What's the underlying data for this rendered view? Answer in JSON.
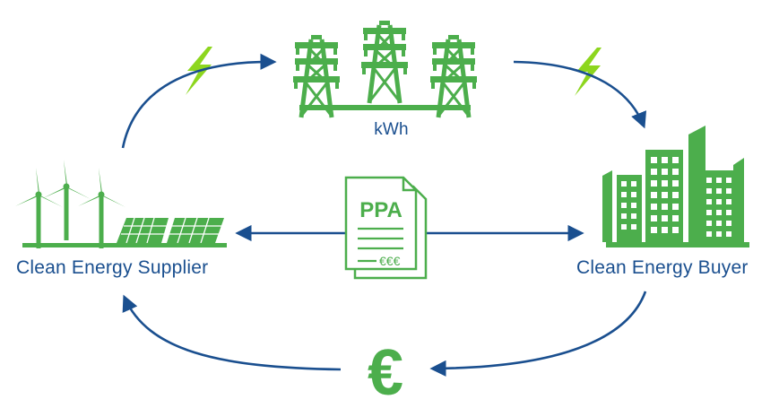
{
  "labels": {
    "transmission": "kWh",
    "supplier": "Clean Energy Supplier",
    "buyer": "Clean Energy Buyer"
  },
  "document": {
    "title": "PPA",
    "currency_line": "€€€"
  },
  "payment": {
    "symbol": "€"
  },
  "colors": {
    "green": "#4cae4c",
    "lime": "#8dd61e",
    "blue": "#1a4f8f"
  },
  "icons": [
    "lightning-icon",
    "power-tower-icon",
    "wind-turbine-icon",
    "solar-panel-icon",
    "building-icon",
    "contract-document-icon",
    "euro-icon"
  ]
}
